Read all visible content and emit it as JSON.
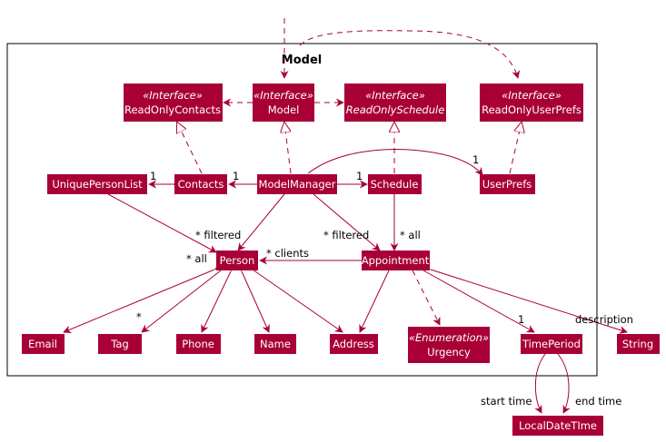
{
  "package": {
    "title": "Model"
  },
  "colors": {
    "node_fill": "#a80036",
    "node_text": "#ffffff",
    "edge": "#a80036",
    "frame": "#000000"
  },
  "nodes": {
    "readonlycontacts": {
      "stereotype": "«Interface»",
      "name": "ReadOnlyContacts",
      "italic": false
    },
    "model": {
      "stereotype": "«Interface»",
      "name": "Model",
      "italic": false
    },
    "readonlyschedule": {
      "stereotype": "«Interface»",
      "name": "ReadOnlySchedule",
      "italic": true
    },
    "readonlyuserprefs": {
      "stereotype": "«Interface»",
      "name": "ReadOnlyUserPrefs",
      "italic": false
    },
    "uniquepersonlist": {
      "name": "UniquePersonList"
    },
    "contacts": {
      "name": "Contacts"
    },
    "modelmanager": {
      "name": "ModelManager"
    },
    "schedule": {
      "name": "Schedule"
    },
    "userprefs": {
      "name": "UserPrefs"
    },
    "person": {
      "name": "Person"
    },
    "appointment": {
      "name": "Appointment"
    },
    "email": {
      "name": "Email"
    },
    "tag": {
      "name": "Tag"
    },
    "phone": {
      "name": "Phone"
    },
    "name": {
      "name": "Name"
    },
    "address": {
      "name": "Address"
    },
    "urgency": {
      "stereotype": "«Enumeration»",
      "name": "Urgency",
      "italic": false
    },
    "timeperiod": {
      "name": "TimePeriod"
    },
    "string": {
      "name": "String"
    },
    "localdatetime": {
      "name": "LocalDateTIme"
    }
  },
  "edge_labels": {
    "contacts_upl": "1",
    "mm_contacts": "1",
    "mm_schedule": "1",
    "mm_userprefs": "1",
    "upl_person": "* filtered",
    "mm_appointment": "* filtered",
    "schedule_appointment": "* all",
    "person_all": "* all",
    "appointment_clients": "* clients",
    "person_tag": "*",
    "appointment_timeperiod": "1",
    "appointment_string": "description",
    "tp_start": "start time",
    "tp_end": "end time"
  }
}
